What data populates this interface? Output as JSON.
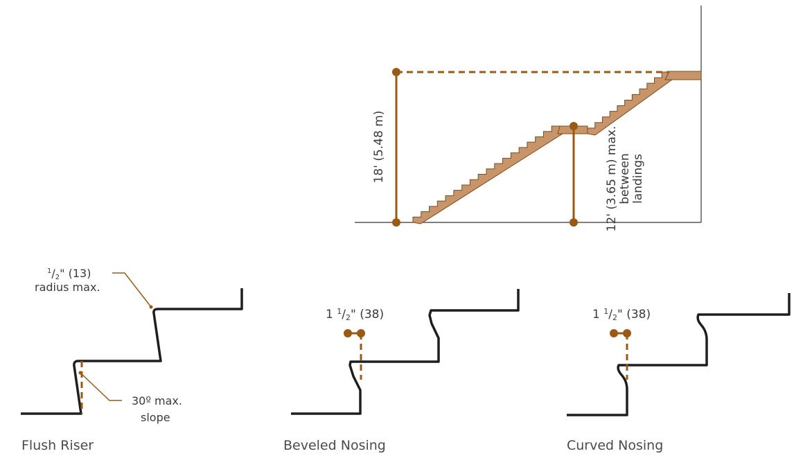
{
  "elevation": {
    "total_height_label": "18' (5.48 m)",
    "landing_height_label_line1": "12' (3.65 m) max.",
    "landing_height_label_line2": "between",
    "landing_height_label_line3": "landings"
  },
  "flush_riser": {
    "radius_label_line1": "\" (13)",
    "radius_fraction_num": "1",
    "radius_fraction_den": "2",
    "radius_label_line2": "radius max.",
    "slope_label_line1": "30º max.",
    "slope_label_line2": "slope",
    "caption": "Flush Riser"
  },
  "beveled_nosing": {
    "dim_whole": "1 ",
    "dim_num": "1",
    "dim_den": "2",
    "dim_rest": "\" (38)",
    "caption": "Beveled Nosing"
  },
  "curved_nosing": {
    "dim_whole": "1 ",
    "dim_num": "1",
    "dim_den": "2",
    "dim_rest": "\" (38)",
    "caption": "Curved Nosing"
  },
  "colors": {
    "dimension": "#9a5a14",
    "stair_fill": "#c8956a",
    "profile": "#1e1e1e"
  }
}
